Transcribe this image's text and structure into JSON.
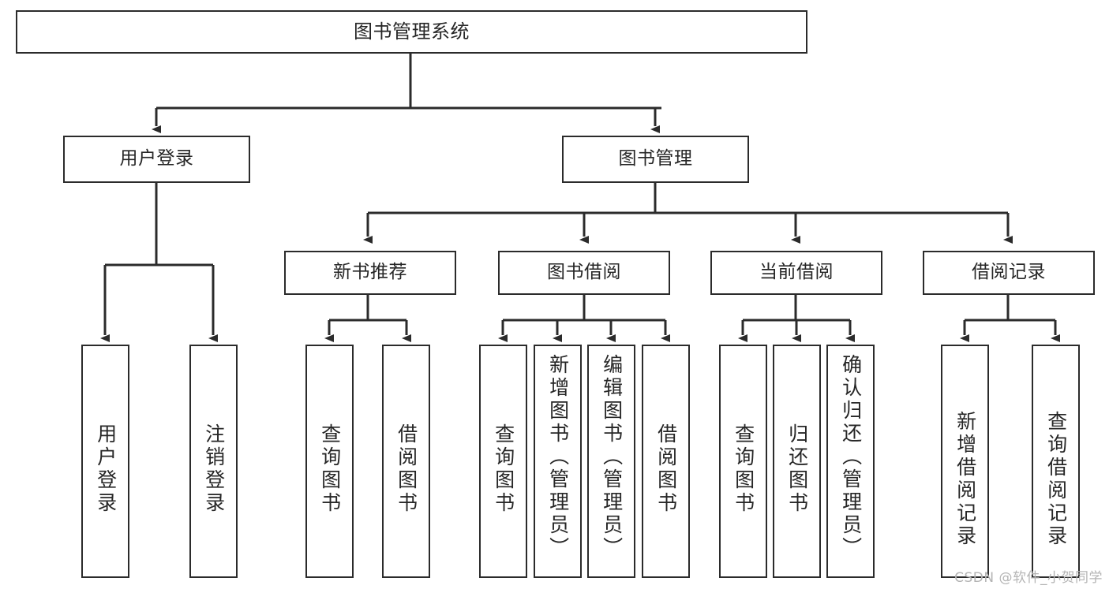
{
  "diagram": {
    "title": "图书管理系统",
    "root": {
      "label": "图书管理系统"
    },
    "level1": [
      {
        "label": "用户登录"
      },
      {
        "label": "图书管理"
      }
    ],
    "level2": [
      {
        "label": "新书推荐"
      },
      {
        "label": "图书借阅"
      },
      {
        "label": "当前借阅"
      },
      {
        "label": "借阅记录"
      }
    ],
    "leaves": {
      "user_login": [
        {
          "label": "用户登录"
        },
        {
          "label": "注销登录"
        }
      ],
      "new_book_recommend": [
        {
          "label": "查询图书"
        },
        {
          "label": "借阅图书"
        }
      ],
      "book_borrow": [
        {
          "label": "查询图书"
        },
        {
          "label": "新增图书（管理员）"
        },
        {
          "label": "编辑图书（管理员）"
        },
        {
          "label": "借阅图书"
        }
      ],
      "current_borrow": [
        {
          "label": "查询图书"
        },
        {
          "label": "归还图书"
        },
        {
          "label": "确认归还（管理员）"
        }
      ],
      "borrow_record": [
        {
          "label": "新增借阅记录"
        },
        {
          "label": "查询借阅记录"
        }
      ]
    }
  },
  "watermark": {
    "text": "CSDN @软件_小贺同学"
  },
  "colors": {
    "border": "#2b2b2b",
    "text": "#262626",
    "background": "#ffffff",
    "watermark": "#b4b4b4"
  }
}
